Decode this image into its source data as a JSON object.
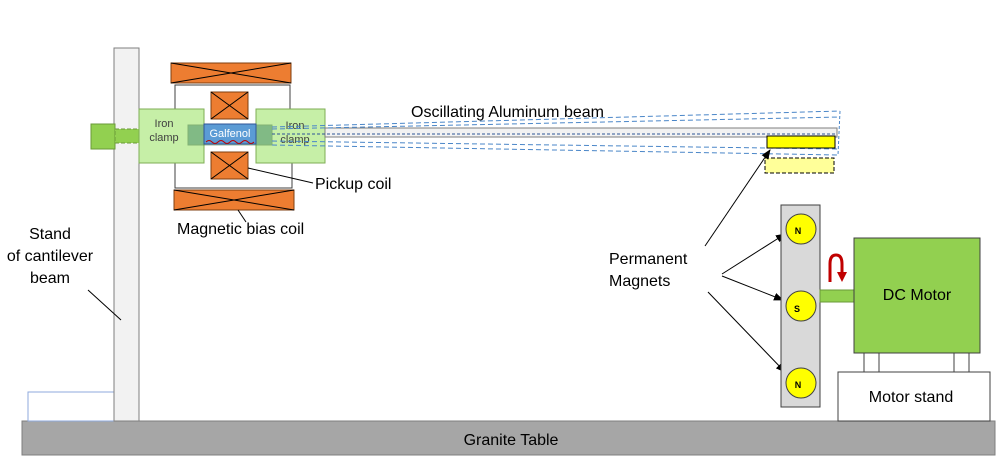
{
  "labels": {
    "beam": "Oscillating Aluminum beam",
    "iron_clamp_left": [
      "Iron",
      "clamp"
    ],
    "iron_clamp_right": [
      "Iron",
      "clamp"
    ],
    "galfenol": "Galfenol",
    "pickup_coil": "Pickup coil",
    "bias_coil": "Magnetic bias coil",
    "stand": [
      "Stand",
      "of cantilever",
      "beam"
    ],
    "permanent_magnets": [
      "Permanent",
      "Magnets"
    ],
    "dc_motor": "DC Motor",
    "motor_stand": "Motor stand",
    "granite_table": "Granite Table",
    "magnet_poles": [
      "N",
      "S",
      "N"
    ]
  },
  "colors": {
    "coil": "#ed7d31",
    "clamp": "#c6efa7",
    "green": "#92d050",
    "galfenol": "#5b9bd5",
    "magnet": "#ffff00",
    "magnet_ghost": "#ffff99",
    "gray": "#d9d9d9",
    "table": "#a6a6a6",
    "dash": "#4a86c8",
    "arrow": "#c00000"
  }
}
